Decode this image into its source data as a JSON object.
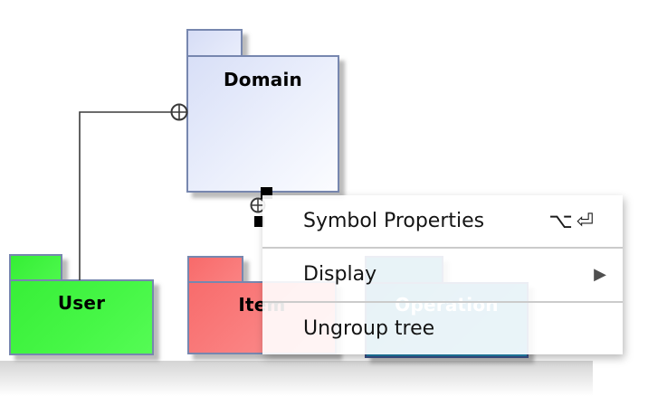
{
  "diagram": {
    "packages": [
      {
        "label": "Domain",
        "fill": "#dfe5f8",
        "border": "#7787af",
        "text_color": "#000000"
      },
      {
        "label": "User",
        "fill": "#42f542",
        "border": "#7787af",
        "text_color": "#000000"
      },
      {
        "label": "Item",
        "fill": "#f97a7a",
        "border": "#7787af",
        "text_color": "#000000"
      },
      {
        "label": "Operation",
        "fill": "#1b81ad",
        "border": "#3e538b",
        "text_color": "#ffffff"
      }
    ],
    "connector": {
      "color": "#3c3c3c",
      "anchor_icon": "circle-plus"
    }
  },
  "context_menu": {
    "items": [
      {
        "label": "Symbol Properties",
        "shortcut": "⌥⏎"
      },
      {
        "label": "Display",
        "arrow": "▶"
      },
      {
        "label": "Ungroup tree"
      }
    ]
  }
}
